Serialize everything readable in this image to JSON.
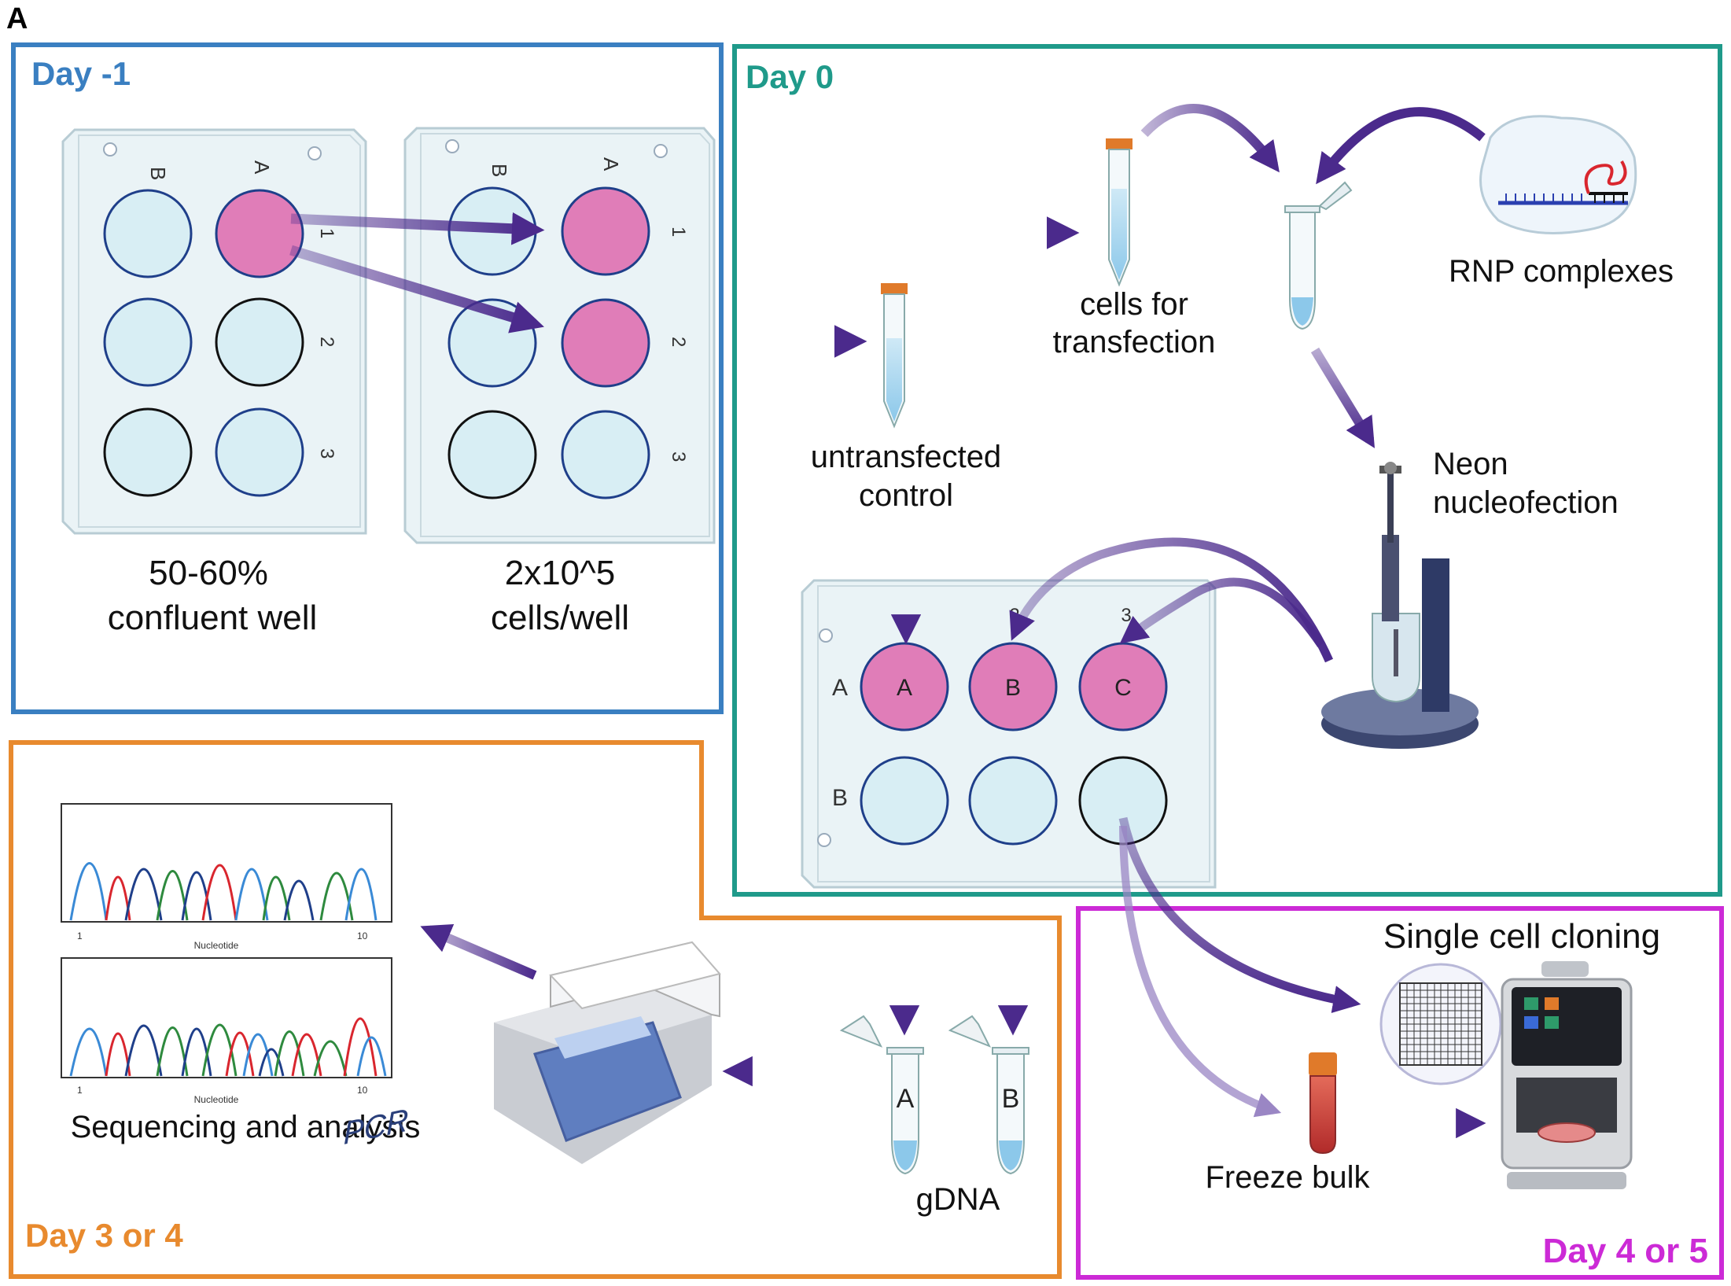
{
  "panel_letter": "A",
  "panels": {
    "day_minus1": {
      "label": "Day -1",
      "color": "#3a7fc1"
    },
    "day0": {
      "label": "Day 0",
      "color": "#1f9a8a"
    },
    "day3": {
      "label": "Day 3 or 4",
      "color": "#e88a2e"
    },
    "day4": {
      "label": "Day 4 or 5",
      "color": "#cc2ad6"
    }
  },
  "colors": {
    "arrow": "#4b2a8c",
    "well_pink": "#e07db8",
    "well_light": "#d8eef4",
    "plate": "#eaf3f6",
    "tube_cap": "#e07a2a"
  },
  "plates": {
    "plate1_caption_line1": "50-60%",
    "plate1_caption_line2": "confluent well",
    "plate2_caption_line1": "2x10^5",
    "plate2_caption_line2": "cells/well",
    "col_A": "A",
    "col_B": "B",
    "row_1": "1",
    "row_2": "2",
    "row_3": "3"
  },
  "day0": {
    "cells_line1": "cells for",
    "cells_line2": "transfection",
    "rnp": "RNP complexes",
    "neon_line1": "Neon",
    "neon_line2": "nucleofection",
    "untransfected_line1": "untransfected",
    "untransfected_line2": "control",
    "plate_row_A": "A",
    "plate_row_B": "B",
    "plate_col_2": "2",
    "plate_col_3": "3",
    "well_A": "A",
    "well_B": "B",
    "well_C": "C"
  },
  "day3": {
    "x_axis_label": "Nucleotide",
    "tick_first": "1",
    "tick_last": "10",
    "sequencing": "Sequencing and analysis",
    "pcr": "PCR",
    "gdna": "gDNA",
    "tube_A": "A",
    "tube_B": "B"
  },
  "day4": {
    "single_cell": "Single cell cloning",
    "freeze": "Freeze bulk"
  }
}
